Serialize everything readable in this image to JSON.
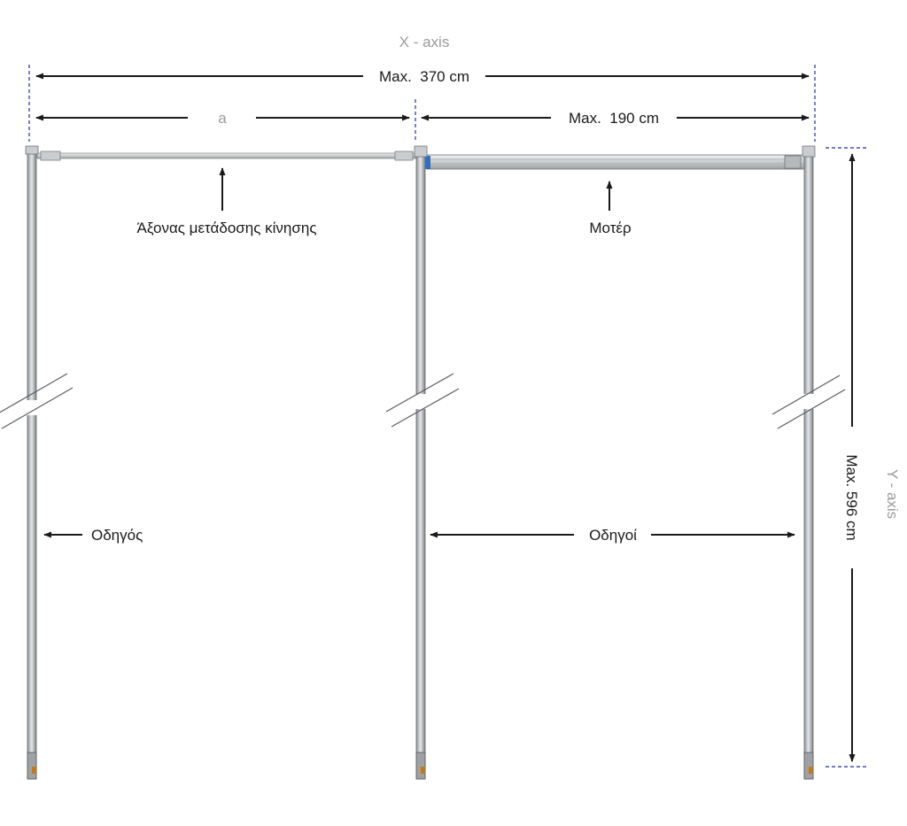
{
  "axis_labels": {
    "x_axis": "X - axis",
    "y_axis": "Y - axis"
  },
  "dimensions": {
    "total_width": "Max.  370 cm",
    "left_span": "a",
    "right_span": "Max.  190 cm",
    "height": "Max. 596 cm"
  },
  "callouts": {
    "drive_shaft": "Άξονας μετάδοσης κίνησης",
    "motor": "Μοτέρ",
    "guide_single": "Οδηγός",
    "guides_plural": "Οδηγοί"
  },
  "colors": {
    "dimension_line": "#1a1a1a",
    "axis_label": "#9a9a9a",
    "guide_rail": "#b8bcbe",
    "guide_rail_edge": "#6f7375",
    "extent_marker": "#1f2fa8",
    "motor_tube": "#d6d9db",
    "motor_cap": "#2f6fc0"
  }
}
